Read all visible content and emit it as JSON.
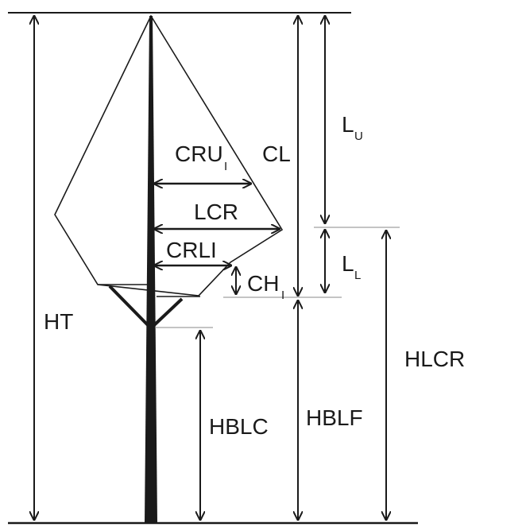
{
  "diagram": {
    "labels": {
      "ht": "HT",
      "cru": "CRU",
      "cru_sub": "I",
      "cl": "CL",
      "lu": "L",
      "lu_sub": "U",
      "lcr": "LCR",
      "crli": "CRLI",
      "ll": "L",
      "ll_sub": "L",
      "ch": "CH",
      "ch_sub": "I",
      "hblc": "HBLC",
      "hblf": "HBLF",
      "hlcr": "HLCR"
    },
    "colors": {
      "ink": "#1a1a1a",
      "thin_guide": "#8a8a8a",
      "background": "#ffffff"
    }
  }
}
